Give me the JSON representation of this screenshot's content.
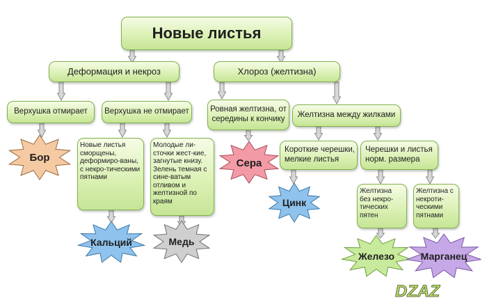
{
  "title": "Новые листья",
  "branches": {
    "deformation": "Деформация и некроз",
    "chlorosis": "Хлороз (желтизна)"
  },
  "nodes": {
    "tip_dies": "Верхушка отмирает",
    "tip_not_dies": "Верхушка не отмирает",
    "uniform_yellow": "Ровная желтизна, от середины к кончику",
    "between_veins": "Желтизна между жилками",
    "wrinkled": "Новые листья сморщены, деформиро-ваны, с некро-тическими пятнами",
    "young_leaves": "Молодые ли-сточки жест-кие, загнутые книзу. Зелень темная с сине-ватым отливом и желтизной по краям",
    "short_petioles": "Короткие черешки, мелкие листья",
    "normal_petioles": "Черешки и листья норм. размера",
    "no_necrotic": "Желтизна без некро-тических пятен",
    "with_necrotic": "Желтизна с некроти-ческими пятнами"
  },
  "elements": {
    "boron": "Бор",
    "calcium": "Кальций",
    "copper": "Медь",
    "sulfur": "Сера",
    "zinc": "Цинк",
    "iron": "Железо",
    "manganese": "Марганец"
  },
  "colors": {
    "box_border": "#7fb24a",
    "arrow": "#8a8a8a",
    "boron": "#f5c9a2",
    "calcium": "#8fc2ec",
    "copper": "#cfcfcf",
    "sulfur": "#f29aa6",
    "zinc": "#8fc2ec",
    "iron": "#c7ea9c",
    "manganese": "#c7a8e6"
  },
  "logo_text": "DZAZ"
}
